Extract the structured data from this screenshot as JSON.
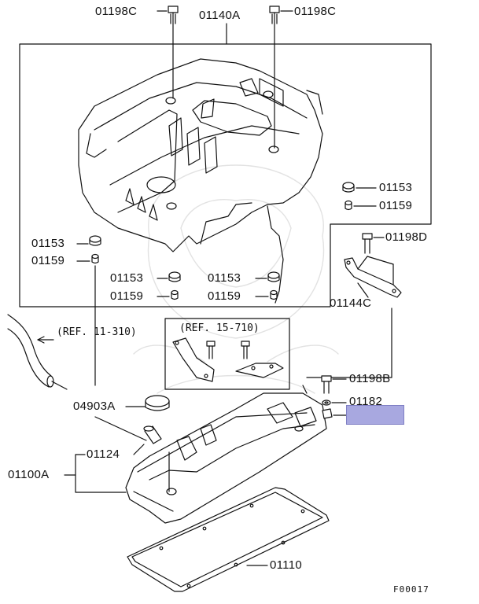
{
  "labels": {
    "bolt_top_left": "01198C",
    "cover": "01140A",
    "bolt_top_right": "01198C",
    "grommet_right": "01153",
    "collar_right": "01159",
    "bolt_bracket": "01198D",
    "grommet_left": "01153",
    "collar_left": "01159",
    "grommet_mid_left": "01153",
    "collar_mid_left": "01159",
    "grommet_mid_right": "01153",
    "collar_mid_right": "01159",
    "bracket": "01144C",
    "ref_hose": "(REF. 11-310)",
    "ref_bracket": "(REF. 15-710)",
    "bolt_valve_cover": "01198B",
    "washer": "01182",
    "oil_cap": "04903A",
    "pcv_valve": "01124",
    "valve_cover": "01100A",
    "gasket": "01110"
  },
  "figure_code": "F00017",
  "highlight_color": "#a8a8e0"
}
